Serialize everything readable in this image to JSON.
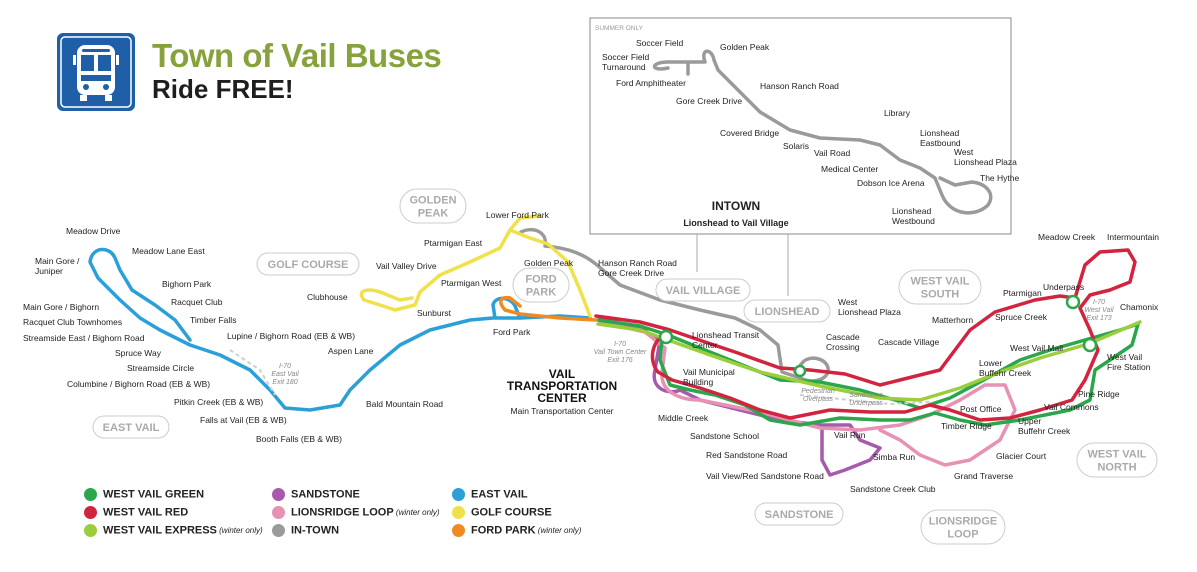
{
  "header": {
    "title": "Town of Vail Buses",
    "subtitle": "Ride FREE!",
    "icon": "bus-icon",
    "icon_color": "#1f5fa8"
  },
  "colors": {
    "west_vail_green": "#2aa74a",
    "west_vail_red": "#d2233f",
    "west_vail_express": "#9ccd3c",
    "sandstone": "#a65aab",
    "lionsridge_loop": "#e791b4",
    "in_town": "#9a9a9a",
    "east_vail": "#2a9fd8",
    "golf_course": "#f0e14a",
    "ford_park": "#f08a24",
    "header_green": "#86a23c",
    "area_label": "#aaaaaa"
  },
  "intown_box": {
    "summer_only": "SUMMER ONLY",
    "title": "INTOWN",
    "subtitle": "Lionshead to Vail Village"
  },
  "areas": [
    {
      "id": "golden-peak",
      "text": "GOLDEN\nPEAK"
    },
    {
      "id": "golf-course",
      "text": "GOLF COURSE"
    },
    {
      "id": "ford-park",
      "text": "FORD\nPARK"
    },
    {
      "id": "vail-village",
      "text": "VAIL VILLAGE"
    },
    {
      "id": "lionshead",
      "text": "LIONSHEAD"
    },
    {
      "id": "west-vail-south",
      "text": "WEST VAIL\nSOUTH"
    },
    {
      "id": "east-vail",
      "text": "EAST VAIL"
    },
    {
      "id": "sandstone",
      "text": "SANDSTONE"
    },
    {
      "id": "lionsridge-loop",
      "text": "LIONSRIDGE\nLOOP"
    },
    {
      "id": "west-vail-north",
      "text": "WEST VAIL\nNORTH"
    }
  ],
  "transit_center": {
    "name": "VAIL\nTRANSPORTATION\nCENTER",
    "sub": "Main Transportation Center"
  },
  "annotations": [
    {
      "id": "i70-east-vail",
      "text": "I-70\nEast Vail\nExit 180"
    },
    {
      "id": "i70-vail-town-center",
      "text": "I-70\nVail Town Center\nExit 176"
    },
    {
      "id": "i70-west-vail",
      "text": "I-70\nWest Vail\nExit 173"
    },
    {
      "id": "pedestrian-overpass",
      "text": "Pedestrian\nOverpass"
    },
    {
      "id": "sandstone-underpass",
      "text": "Sandstone\nUnderpass"
    }
  ],
  "stops": [
    {
      "id": "soccer-field",
      "text": "Soccer Field"
    },
    {
      "id": "soccer-field-turnaround",
      "text": "Soccer Field\nTurnaround"
    },
    {
      "id": "ford-amphitheater",
      "text": "Ford Amphitheater"
    },
    {
      "id": "golden-peak-intown",
      "text": "Golden Peak"
    },
    {
      "id": "hanson-ranch-road-intown",
      "text": "Hanson Ranch Road"
    },
    {
      "id": "gore-creek-drive-intown",
      "text": "Gore Creek Drive"
    },
    {
      "id": "covered-bridge",
      "text": "Covered Bridge"
    },
    {
      "id": "solaris",
      "text": "Solaris"
    },
    {
      "id": "vail-road",
      "text": "Vail Road"
    },
    {
      "id": "medical-center",
      "text": "Medical Center"
    },
    {
      "id": "library",
      "text": "Library"
    },
    {
      "id": "dobson-ice-arena",
      "text": "Dobson Ice Arena"
    },
    {
      "id": "lionshead-eastbound",
      "text": "Lionshead\nEastbound"
    },
    {
      "id": "west-lionshead-plaza-intown",
      "text": "West\nLionshead Plaza"
    },
    {
      "id": "the-hythe",
      "text": "The Hythe"
    },
    {
      "id": "lionshead-westbound",
      "text": "Lionshead\nWestbound"
    },
    {
      "id": "meadow-drive",
      "text": "Meadow Drive"
    },
    {
      "id": "meadow-lane-east",
      "text": "Meadow Lane East"
    },
    {
      "id": "main-gore-juniper",
      "text": "Main Gore /\nJuniper"
    },
    {
      "id": "bighorn-park",
      "text": "Bighorn Park"
    },
    {
      "id": "racquet-club",
      "text": "Racquet Club"
    },
    {
      "id": "main-gore-bighorn",
      "text": "Main Gore / Bighorn"
    },
    {
      "id": "racquet-club-townhomes",
      "text": "Racquet Club Townhomes"
    },
    {
      "id": "timber-falls",
      "text": "Timber Falls"
    },
    {
      "id": "streamside-east",
      "text": "Streamside East / Bighorn Road"
    },
    {
      "id": "spruce-way",
      "text": "Spruce Way"
    },
    {
      "id": "streamside-circle",
      "text": "Streamside Circle"
    },
    {
      "id": "columbine-bighorn",
      "text": "Columbine / Bighorn Road (EB & WB)"
    },
    {
      "id": "lupine-bighorn",
      "text": "Lupine / Bighorn Road (EB & WB)"
    },
    {
      "id": "pitkin-creek",
      "text": "Pitkin Creek (EB & WB)"
    },
    {
      "id": "falls-at-vail",
      "text": "Falls at Vail (EB & WB)"
    },
    {
      "id": "booth-falls",
      "text": "Booth Falls (EB & WB)"
    },
    {
      "id": "bald-mountain-road",
      "text": "Bald Mountain Road"
    },
    {
      "id": "aspen-lane",
      "text": "Aspen Lane"
    },
    {
      "id": "clubhouse",
      "text": "Clubhouse"
    },
    {
      "id": "sunburst",
      "text": "Sunburst"
    },
    {
      "id": "vail-valley-drive",
      "text": "Vail Valley Drive"
    },
    {
      "id": "ptarmigan-east",
      "text": "Ptarmigan East"
    },
    {
      "id": "ptarmigan-west",
      "text": "Ptarmigan West"
    },
    {
      "id": "lower-ford-park",
      "text": "Lower Ford Park"
    },
    {
      "id": "golden-peak",
      "text": "Golden Peak"
    },
    {
      "id": "hanson-ranch-road",
      "text": "Hanson Ranch Road"
    },
    {
      "id": "gore-creek-drive",
      "text": "Gore Creek Drive"
    },
    {
      "id": "ford-park-stop",
      "text": "Ford Park"
    },
    {
      "id": "lionshead-transit-center",
      "text": "Lionshead Transit\nCenter"
    },
    {
      "id": "vail-municipal-building",
      "text": "Vail Municipal\nBuilding"
    },
    {
      "id": "middle-creek",
      "text": "Middle Creek"
    },
    {
      "id": "sandstone-school",
      "text": "Sandstone School"
    },
    {
      "id": "west-lionshead-plaza",
      "text": "West\nLionshead Plaza"
    },
    {
      "id": "cascade-crossing",
      "text": "Cascade\nCrossing"
    },
    {
      "id": "cascade-village",
      "text": "Cascade Village"
    },
    {
      "id": "matterhorn",
      "text": "Matterhorn"
    },
    {
      "id": "ptarmigan",
      "text": "Ptarmigan"
    },
    {
      "id": "spruce-creek",
      "text": "Spruce Creek"
    },
    {
      "id": "underpass",
      "text": "Underpass"
    },
    {
      "id": "meadow-creek",
      "text": "Meadow Creek"
    },
    {
      "id": "intermountain",
      "text": "Intermountain"
    },
    {
      "id": "chamonix",
      "text": "Chamonix"
    },
    {
      "id": "west-vail-mall",
      "text": "West Vail Mall"
    },
    {
      "id": "west-vail-fire-station",
      "text": "West Vail\nFire Station"
    },
    {
      "id": "lower-buffehr-creek",
      "text": "Lower\nBuffehr Creek"
    },
    {
      "id": "post-office",
      "text": "Post Office"
    },
    {
      "id": "timber-ridge",
      "text": "Timber Ridge"
    },
    {
      "id": "upper-buffehr-creek",
      "text": "Upper\nBuffehr Creek"
    },
    {
      "id": "vail-commons",
      "text": "Vail Commons"
    },
    {
      "id": "pine-ridge",
      "text": "Pine Ridge"
    },
    {
      "id": "vail-run",
      "text": "Vail Run"
    },
    {
      "id": "simba-run",
      "text": "Simba Run"
    },
    {
      "id": "red-sandstone-road",
      "text": "Red Sandstone Road"
    },
    {
      "id": "vail-view-red-sandstone",
      "text": "Vail View/Red Sandstone Road"
    },
    {
      "id": "sandstone-creek-club",
      "text": "Sandstone Creek Club"
    },
    {
      "id": "glacier-court",
      "text": "Glacier Court"
    },
    {
      "id": "grand-traverse",
      "text": "Grand Traverse"
    }
  ],
  "legend": [
    {
      "id": "west-vail-green",
      "label": "WEST VAIL GREEN",
      "note": "",
      "color": "#2aa74a"
    },
    {
      "id": "west-vail-red",
      "label": "WEST VAIL RED",
      "note": "",
      "color": "#d2233f"
    },
    {
      "id": "west-vail-express",
      "label": "WEST VAIL EXPRESS",
      "note": "(winter only)",
      "color": "#9ccd3c"
    },
    {
      "id": "sandstone",
      "label": "SANDSTONE",
      "note": "",
      "color": "#a65aab"
    },
    {
      "id": "lionsridge-loop",
      "label": "LIONSRIDGE LOOP",
      "note": "(winter only)",
      "color": "#e791b4"
    },
    {
      "id": "in-town",
      "label": "IN-TOWN",
      "note": "",
      "color": "#9a9a9a"
    },
    {
      "id": "east-vail",
      "label": "EAST VAIL",
      "note": "",
      "color": "#2a9fd8"
    },
    {
      "id": "golf-course",
      "label": "GOLF COURSE",
      "note": "",
      "color": "#f0e14a"
    },
    {
      "id": "ford-park",
      "label": "FORD PARK",
      "note": "(winter only)",
      "color": "#f08a24"
    }
  ]
}
